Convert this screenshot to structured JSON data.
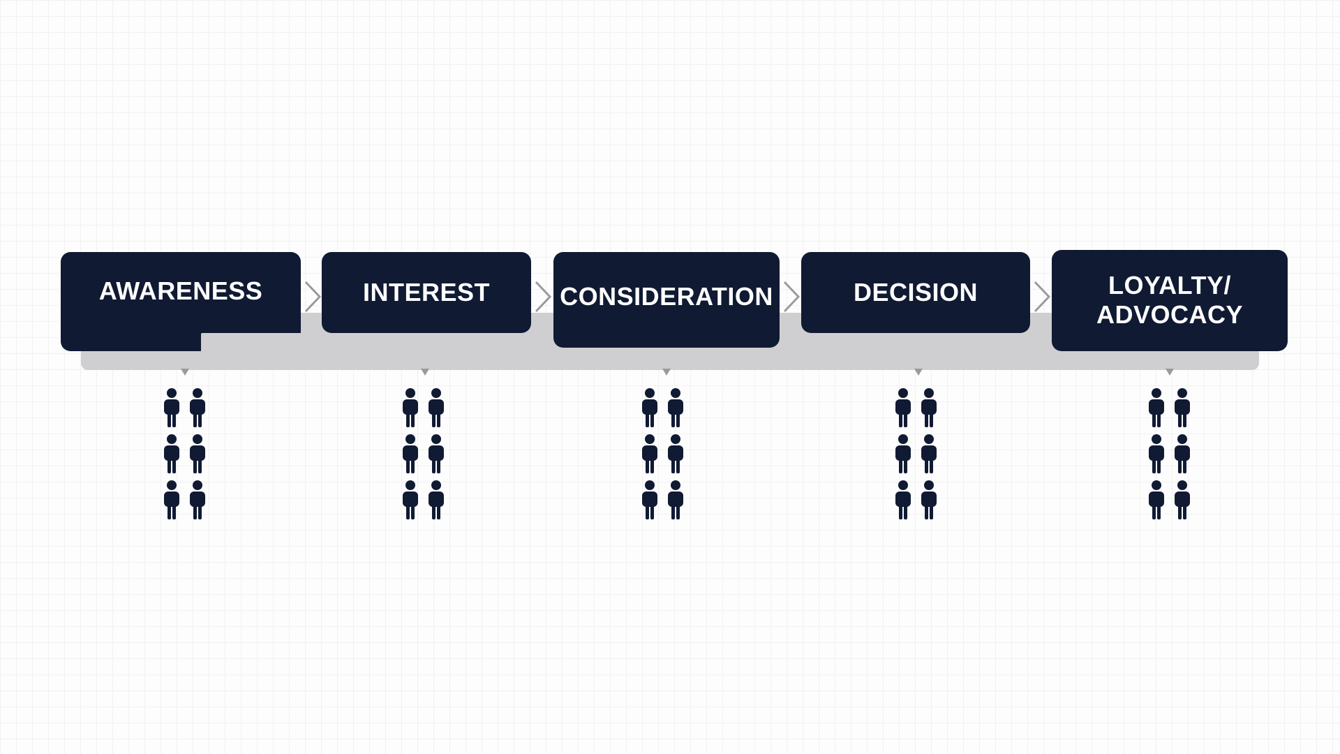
{
  "stages": [
    {
      "label": "AWARENESS",
      "people_count": 6
    },
    {
      "label": "INTEREST",
      "people_count": 6
    },
    {
      "label": "CONSIDERATION",
      "people_count": 6
    },
    {
      "label": "DECISION",
      "people_count": 6
    },
    {
      "label": "LOYALTY/ ADVOCACY",
      "people_count": 6
    }
  ],
  "icons": {
    "connector": "chevron-right-icon",
    "audience": "person-icon"
  },
  "colors": {
    "stage_fill": "#101a33",
    "stage_text": "#ffffff",
    "track": "#cfcfd1",
    "chevron": "#9a9a9c",
    "person": "#101a33"
  }
}
